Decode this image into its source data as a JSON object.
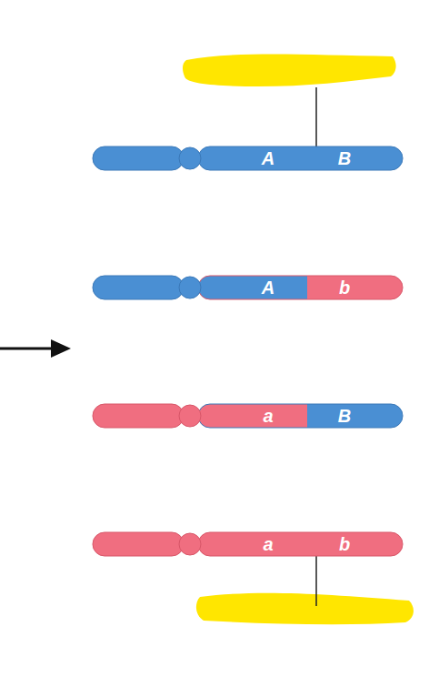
{
  "diagram": {
    "nodes": [
      {
        "text": [
          "A",
          "B"
        ]
      },
      {
        "text": [
          "A",
          "b"
        ]
      },
      {
        "text": [
          "a",
          "B"
        ]
      },
      {
        "text": [
          "a",
          "b"
        ]
      }
    ]
  }
}
